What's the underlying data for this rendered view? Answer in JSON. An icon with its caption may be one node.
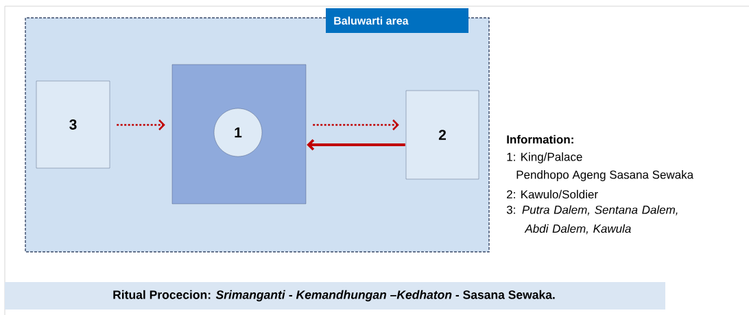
{
  "diagram": {
    "caption": "Ritual Procecion: *Srimanganti* -  *Kemandhungan –Kedhaton* - Sasana Sewaka.",
    "nodes": [
      {
        "text": [
          "Baluwarti area"
        ]
      },
      {
        "text": [
          "3"
        ],
        "in": 0
      },
      {
        "text": [],
        "shape": "box",
        "in": 0
      },
      {
        "text": [
          "1"
        ],
        "in": 2
      },
      {
        "text": [
          "2"
        ],
        "in": 0
      }
    ],
    "edges": [
      {
        "from": 1,
        "to": 2,
        "arrow": "to",
        "style": "dashed"
      },
      {
        "from": 2,
        "to": 4,
        "arrow": "to",
        "style": "dashed"
      },
      {
        "from": 4,
        "to": 2,
        "arrow": "to"
      }
    ],
    "labels": [
      "Information:",
      "1: King/Palace",
      "Pendhopo Ageng Sasana Sewaka",
      "2: Kawulo/Soldier",
      "3: *Putra Dalem, Sentana Dalem, Abdi Dalem, Kawula*"
    ]
  }
}
